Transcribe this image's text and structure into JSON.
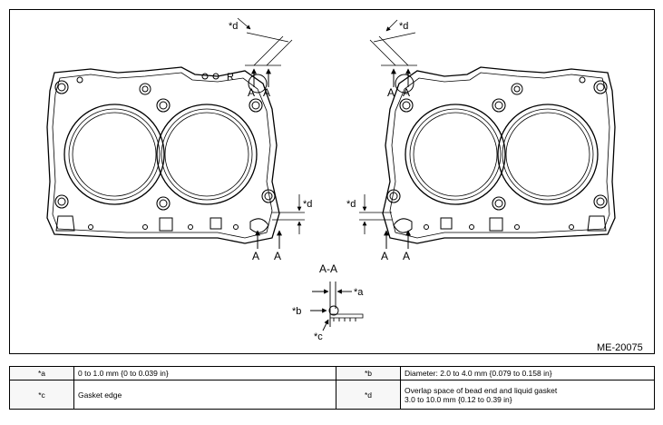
{
  "diagram": {
    "code": "ME-20075",
    "section_label": "A-A",
    "arrow_label": "A",
    "callouts": {
      "a": "*a",
      "b": "*b",
      "c": "*c",
      "d": "*d"
    },
    "left_gasket_mark": "R"
  },
  "legend": {
    "rows": [
      {
        "key1": "*a",
        "val1": "0 to 1.0 mm {0 to 0.039 in}",
        "key2": "*b",
        "val2": [
          "Diameter: 2.0 to 4.0 mm {0.079 to 0.158 in}"
        ]
      },
      {
        "key1": "*c",
        "val1": "Gasket edge",
        "key2": "*d",
        "val2": [
          "Overlap space of bead end and liquid gasket",
          "3.0 to 10.0 mm {0.12 to 0.39 in}"
        ]
      }
    ]
  }
}
